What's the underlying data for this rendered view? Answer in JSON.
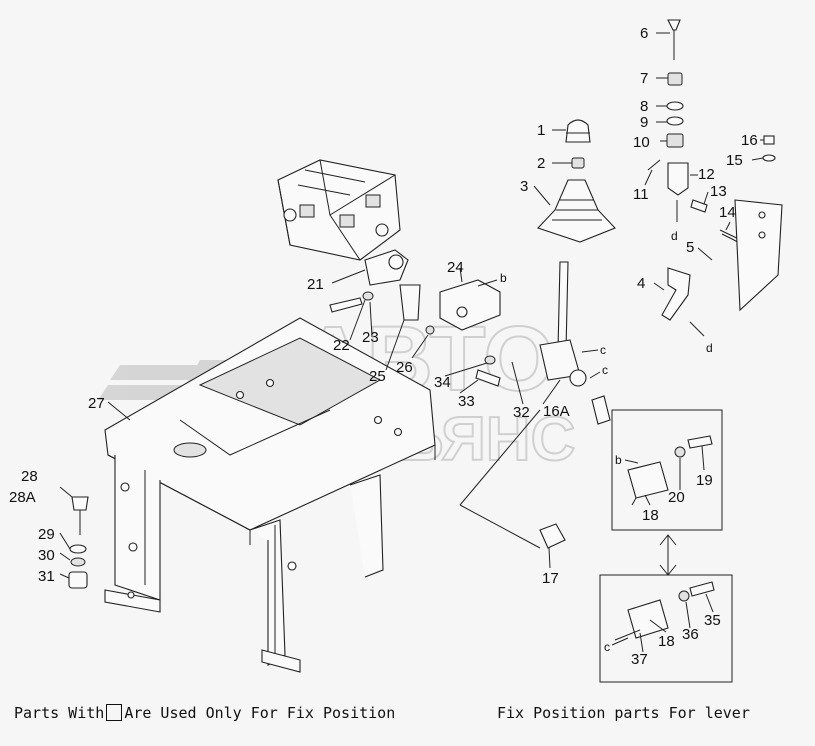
{
  "watermark": {
    "line1": "АВТО",
    "line2": "АЛЬЯНС"
  },
  "captions": {
    "left_before": "Parts With",
    "left_after": "Are Used Only For Fix Position",
    "right": "Fix Position parts For lever"
  },
  "arrow_letters": {
    "b": "b",
    "c": "c",
    "d": "d"
  },
  "callouts": {
    "p1": "1",
    "p2": "2",
    "p3": "3",
    "p4": "4",
    "p5": "5",
    "p6": "6",
    "p7": "7",
    "p8": "8",
    "p9": "9",
    "p10": "10",
    "p11": "11",
    "p12": "12",
    "p13": "13",
    "p14": "14",
    "p15": "15",
    "p16": "16",
    "p16a": "16A",
    "p17": "17",
    "p18": "18",
    "p19": "19",
    "p20": "20",
    "p21": "21",
    "p22": "22",
    "p23": "23",
    "p24": "24",
    "p25": "25",
    "p26": "26",
    "p27": "27",
    "p28": "28",
    "p28a": "28A",
    "p29": "29",
    "p30": "30",
    "p31": "31",
    "p32": "32",
    "p33": "33",
    "p34": "34",
    "p35": "35",
    "p36": "36",
    "p37": "37"
  }
}
